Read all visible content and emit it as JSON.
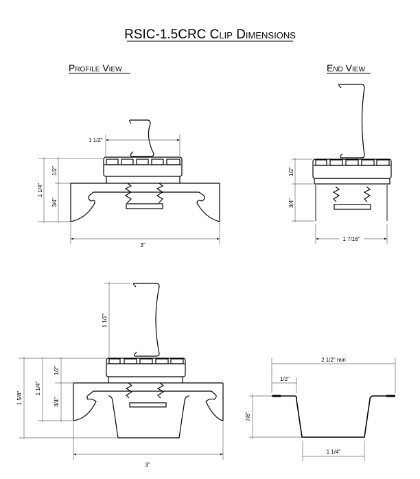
{
  "title": "RSIC-1.5CRC Clip Dimensions",
  "views": {
    "profile": {
      "label": "Profile View",
      "dims": {
        "width_top": "1 1/2\"",
        "overall_h": "1 1/4\"",
        "cap_h": "1/2\"",
        "base_h": "3/4\"",
        "base_w": "3\""
      }
    },
    "end": {
      "label": "End View",
      "dims": {
        "cap_h": "1/2\"",
        "base_h": "3/4\"",
        "width": "1 7/16\""
      }
    },
    "installed": {
      "dims": {
        "stud_h": "1 1/2\"",
        "total_h": "1 5/8\"",
        "overall_h": "1 1/4\"",
        "cap_h": "1/2\"",
        "base_h": "3/4\"",
        "base_w": "3\""
      }
    },
    "channel": {
      "dims": {
        "width": "2 1/2\" min",
        "flange": "1/2\"",
        "depth": "7/8\"",
        "bottom": "1 1/4\""
      }
    }
  }
}
